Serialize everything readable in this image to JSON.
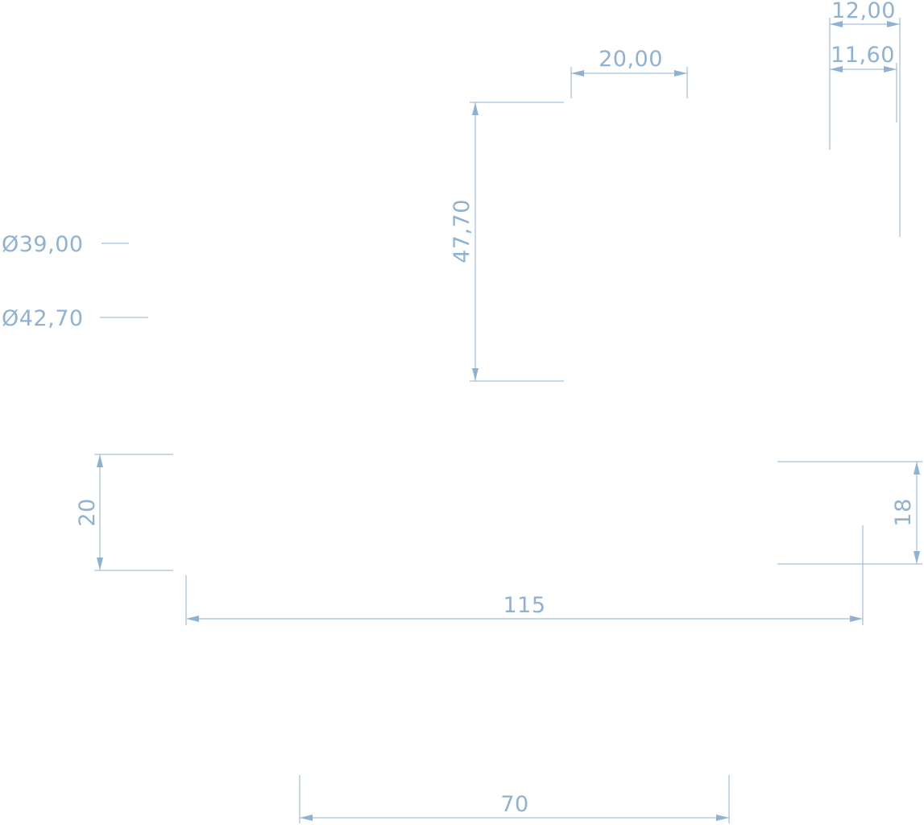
{
  "dimensions": {
    "d_12_00": "12,00",
    "d_11_60": "11,60",
    "d_20_00": "20,00",
    "d_47_70": "47,70",
    "d_diam_39_00": "Ø39,00",
    "d_diam_42_70": "Ø42,70",
    "d_20": "20",
    "d_18": "18",
    "d_115": "115",
    "d_70": "70"
  },
  "colors": {
    "line": "#8fb2d2",
    "background": "#ffffff"
  }
}
